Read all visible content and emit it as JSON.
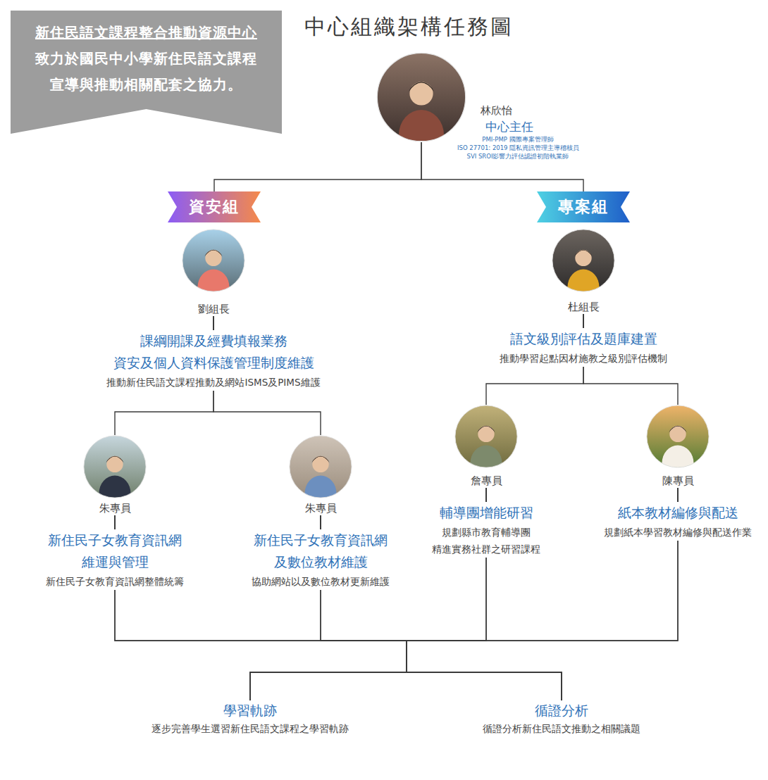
{
  "diagram": {
    "title": "中心組織架構任務圖",
    "nodes": [
      {
        "text": [
          "新住民語文課程整合推動資源中心",
          "致力於國民中小學新住民語文課程 宣導與推動相關配套之協力。"
        ]
      },
      {
        "text": [
          "林欣怡",
          "中心主任",
          "PMI-PMP 國際專案管理師",
          "ISO 27701: 2019 隱私資訊管理主導稽核員",
          "SVI SROI影響力評估認證初階執業師"
        ]
      },
      {
        "text": [
          "資安組"
        ]
      },
      {
        "text": [
          "專案組"
        ]
      },
      {
        "text": [
          "劉組長",
          "課綱開課及經費填報業務 資安及個人資料保護管理制度維護",
          "推動新住民語文課程推動及網站ISMS及PIMS維護"
        ]
      },
      {
        "text": [
          "杜組長",
          "語文級別評估及題庫建置",
          "推動學習起點因材施教之級別評估機制"
        ]
      },
      {
        "text": [
          "朱專員",
          "新住民子女教育資訊網 維運與管理",
          "新住民子女教育資訊網整體統籌"
        ]
      },
      {
        "text": [
          "朱專員",
          "新住民子女教育資訊網 及數位教材維護",
          "協助網站以及數位教材更新維護"
        ]
      },
      {
        "text": [
          "詹專員",
          "輔導團增能研習",
          "規劃縣市教育輔導團 精進實務社群之研習課程"
        ]
      },
      {
        "text": [
          "陳專員",
          "紙本教材編修與配送",
          "規劃紙本學習教材編修與配送作業"
        ]
      },
      {
        "text": [
          "學習軌跡",
          "逐步完善學生選習新住民語文課程之學習軌跡"
        ]
      },
      {
        "text": [
          "循證分析",
          "循證分析新住民語文推動之相關議題"
        ]
      }
    ],
    "edges": [
      {
        "from": 1,
        "to": 2,
        "arrow": "none"
      },
      {
        "from": 1,
        "to": 3,
        "arrow": "none"
      },
      {
        "from": 4,
        "to": 6,
        "arrow": "none"
      },
      {
        "from": 4,
        "to": 7,
        "arrow": "none"
      },
      {
        "from": 5,
        "to": 8,
        "arrow": "none"
      },
      {
        "from": 5,
        "to": 9,
        "arrow": "none"
      },
      {
        "from": 6,
        "to": 10,
        "arrow": "none"
      },
      {
        "from": 6,
        "to": 11,
        "arrow": "none"
      },
      {
        "from": 7,
        "to": 10,
        "arrow": "none"
      },
      {
        "from": 7,
        "to": 11,
        "arrow": "none"
      },
      {
        "from": 8,
        "to": 10,
        "arrow": "none"
      },
      {
        "from": 8,
        "to": 11,
        "arrow": "none"
      },
      {
        "from": 9,
        "to": 10,
        "arrow": "none"
      },
      {
        "from": 9,
        "to": 11,
        "arrow": "none"
      }
    ]
  }
}
